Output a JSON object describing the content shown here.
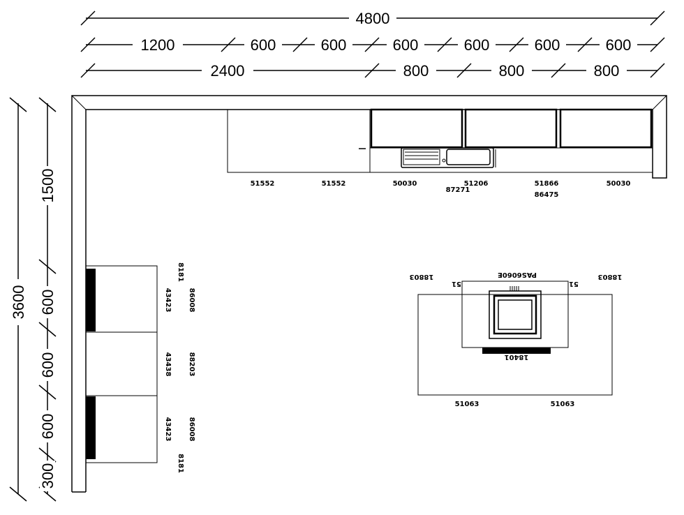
{
  "dimensions": {
    "row1": [
      "4800"
    ],
    "row2": [
      "1200",
      "600",
      "600",
      "600",
      "600",
      "600",
      "600"
    ],
    "row3": [
      "2400",
      "800",
      "800",
      "800"
    ],
    "vertical_outer": "3600",
    "vertical_inner": [
      "1500",
      "600",
      "600",
      "600",
      "300"
    ]
  },
  "top_run_codes": {
    "row_a": [
      "51552",
      "51552",
      "50030",
      "51206",
      "51866",
      "50030"
    ],
    "sink_code": "87271",
    "row_b_right": "86475"
  },
  "left_run_codes": {
    "end_top": "8181",
    "cab_top": "43423",
    "front_top": "86008",
    "cab_mid": "43438",
    "front_mid": "88203",
    "cab_bot": "43423",
    "front_bot": "86008",
    "end_bot": "8181"
  },
  "island_codes": {
    "hob": "PAS6060E",
    "left_end": "18803",
    "right_end": "18803",
    "left_small": "51",
    "right_small": "51",
    "bottom_left": "51063",
    "bottom_right": "51063",
    "under_hob": "18401"
  }
}
